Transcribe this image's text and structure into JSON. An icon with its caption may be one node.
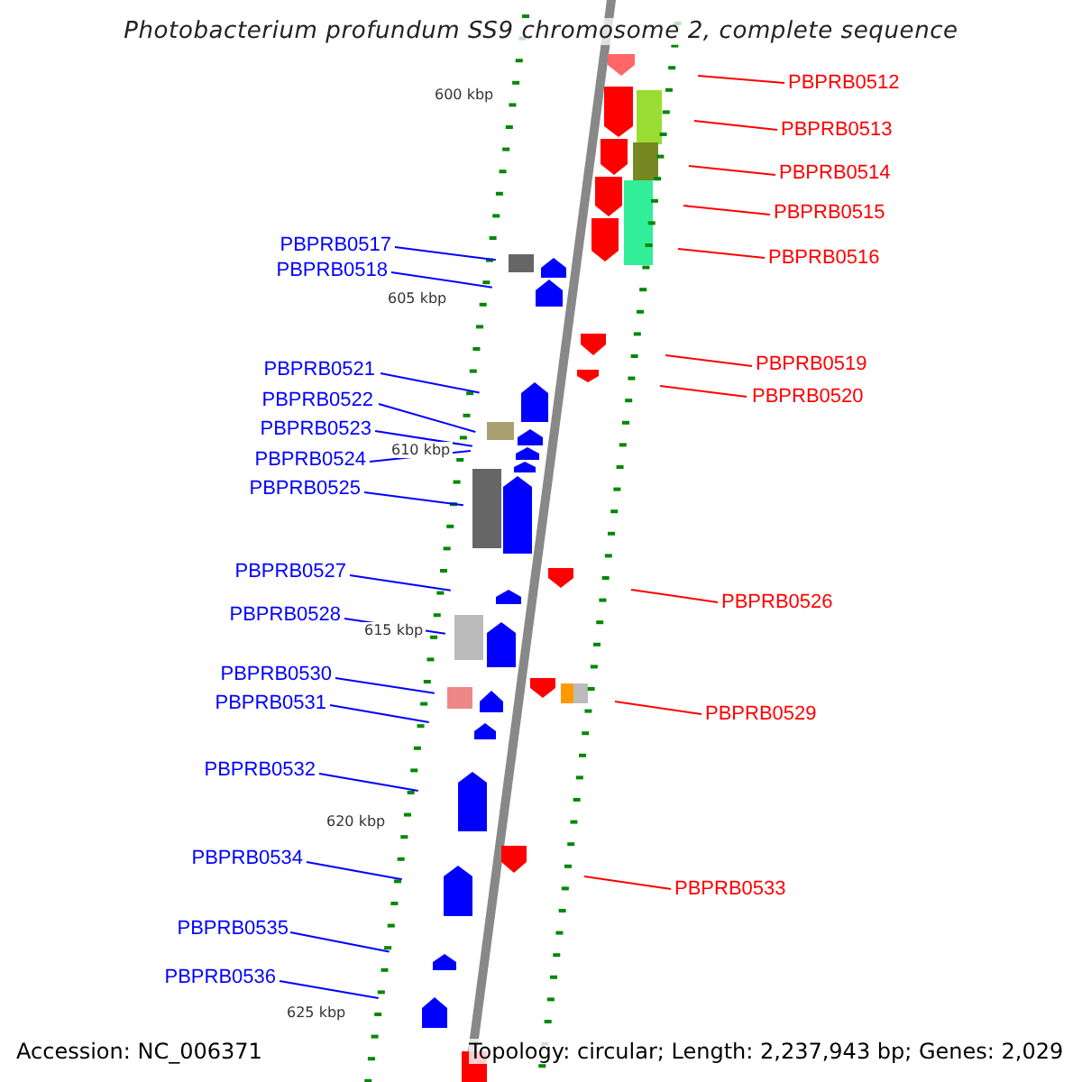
{
  "diagram": {
    "title": "Photobacterium profundum SS9 chromosome 2, complete sequence",
    "nodes": [
      {
        "text": [
          "PBPRB0512"
        ]
      },
      {
        "text": [
          "PBPRB0513"
        ]
      },
      {
        "text": [
          "PBPRB0514"
        ]
      },
      {
        "text": [
          "PBPRB0515"
        ]
      },
      {
        "text": [
          "PBPRB0516"
        ]
      },
      {
        "text": [
          "PBPRB0517"
        ]
      },
      {
        "text": [
          "PBPRB0518"
        ]
      },
      {
        "text": [
          "PBPRB0519"
        ]
      },
      {
        "text": [
          "PBPRB0520"
        ]
      },
      {
        "text": [
          "PBPRB0521"
        ]
      },
      {
        "text": [
          "PBPRB0522"
        ]
      },
      {
        "text": [
          "PBPRB0523"
        ]
      },
      {
        "text": [
          "PBPRB0524"
        ]
      },
      {
        "text": [
          "PBPRB0525"
        ]
      },
      {
        "text": [
          "PBPRB0526"
        ]
      },
      {
        "text": [
          "PBPRB0527"
        ]
      },
      {
        "text": [
          "PBPRB0528"
        ]
      },
      {
        "text": [
          "PBPRB0529"
        ]
      },
      {
        "text": [
          "PBPRB0530"
        ]
      },
      {
        "text": [
          "PBPRB0531"
        ]
      },
      {
        "text": [
          "PBPRB0532"
        ]
      },
      {
        "text": [
          "PBPRB0533"
        ]
      },
      {
        "text": [
          "PBPRB0534"
        ]
      },
      {
        "text": [
          "PBPRB0535"
        ]
      },
      {
        "text": [
          "PBPRB0536"
        ]
      }
    ],
    "edges": [
      {
        "from": 0,
        "to": null,
        "arrow": "none",
        "color": "#ff0000"
      },
      {
        "from": 1,
        "to": null,
        "arrow": "none",
        "color": "#ff0000"
      },
      {
        "from": 2,
        "to": null,
        "arrow": "none",
        "color": "#ff0000"
      },
      {
        "from": 3,
        "to": null,
        "arrow": "none",
        "color": "#ff0000"
      },
      {
        "from": 4,
        "to": null,
        "arrow": "none",
        "color": "#ff0000"
      },
      {
        "from": 5,
        "to": null,
        "arrow": "none"
      },
      {
        "from": 6,
        "to": null,
        "arrow": "none"
      },
      {
        "from": 7,
        "to": null,
        "arrow": "none",
        "color": "#ff0000"
      },
      {
        "from": 8,
        "to": null,
        "arrow": "none",
        "color": "#ff0000"
      },
      {
        "from": 9,
        "to": null,
        "arrow": "none"
      },
      {
        "from": 10,
        "to": null,
        "arrow": "none"
      },
      {
        "from": 11,
        "to": null,
        "arrow": "none"
      },
      {
        "from": 12,
        "to": null,
        "arrow": "none"
      },
      {
        "from": 13,
        "to": null,
        "arrow": "none"
      },
      {
        "from": 14,
        "to": null,
        "arrow": "none",
        "color": "#ff0000"
      },
      {
        "from": 15,
        "to": null,
        "arrow": "none"
      },
      {
        "from": 16,
        "to": null,
        "arrow": "none"
      },
      {
        "from": 17,
        "to": null,
        "arrow": "none",
        "color": "#ff0000"
      },
      {
        "from": 18,
        "to": null,
        "arrow": "none"
      },
      {
        "from": 19,
        "to": null,
        "arrow": "none"
      },
      {
        "from": 20,
        "to": null,
        "arrow": "none"
      },
      {
        "from": 21,
        "to": null,
        "arrow": "none",
        "color": "#ff0000"
      },
      {
        "from": 22,
        "to": null,
        "arrow": "none"
      },
      {
        "from": 23,
        "to": null,
        "arrow": "none"
      },
      {
        "from": 24,
        "to": null,
        "arrow": "none"
      }
    ],
    "labels": [
      "600 kbp",
      "605 kbp",
      "610 kbp",
      "615 kbp",
      "620 kbp",
      "625 kbp",
      "Accession: NC_006371",
      "Topology: circular; Length: 2,237,943 bp; Genes: 2,029"
    ]
  }
}
